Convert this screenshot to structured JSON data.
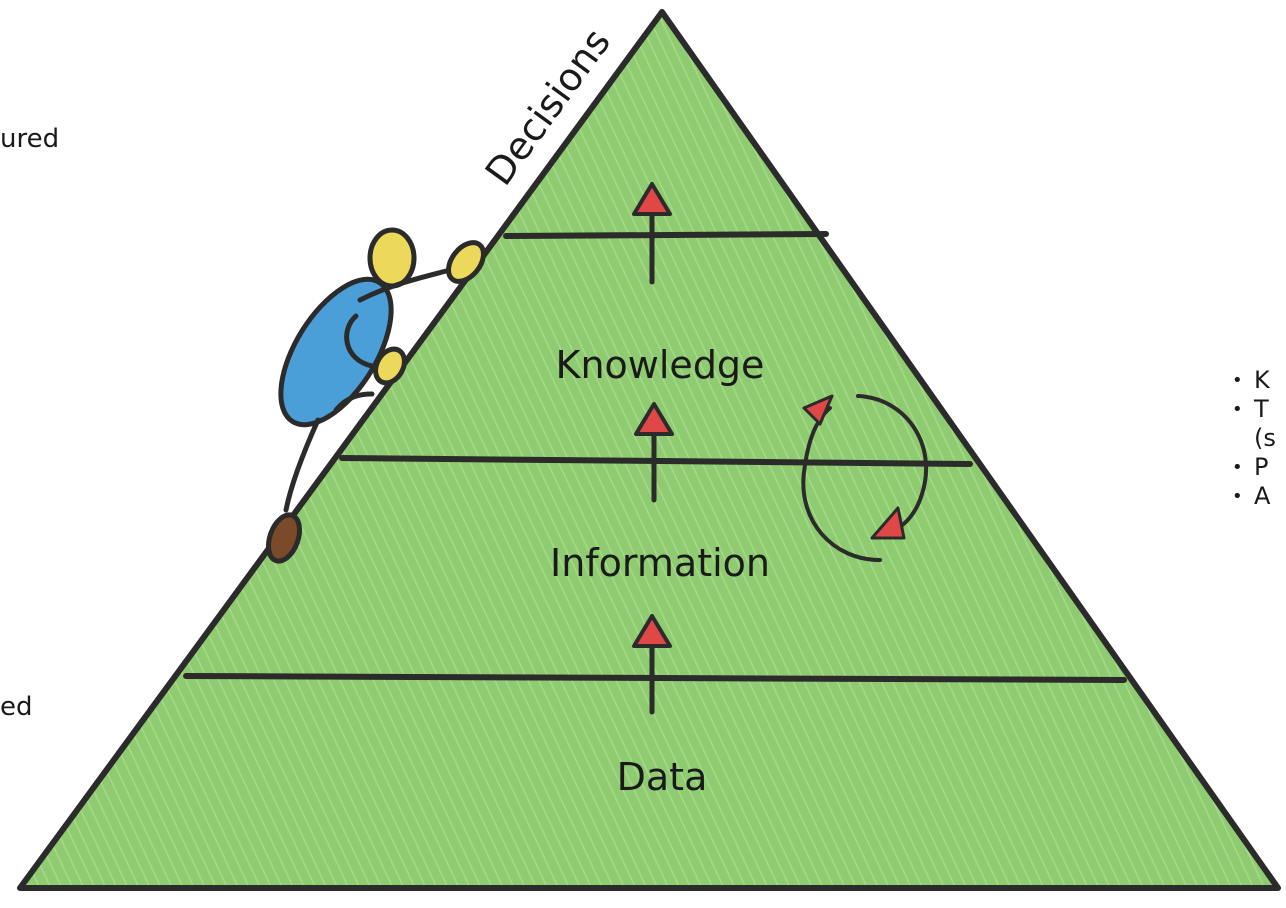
{
  "diagram": {
    "levels": [
      {
        "id": "data",
        "label": "Data"
      },
      {
        "id": "information",
        "label": "Information"
      },
      {
        "id": "knowledge",
        "label": "Knowledge"
      }
    ],
    "apex_label": "Decisions",
    "left_labels": {
      "top": "ured",
      "bottom": "ed"
    },
    "right_bullets": [
      "K",
      "T",
      "(s",
      "P",
      "A"
    ],
    "colors": {
      "pyramid_fill": "#8ec96f",
      "pyramid_outline": "#2b2b2b",
      "arrow_head": "#e04848",
      "figure_body": "#4a9fd8",
      "figure_head": "#ecd85a",
      "figure_foot": "#7a4a2a"
    },
    "icons": [
      "up-arrow-icon",
      "cycle-arrows-icon",
      "climber-icon"
    ]
  }
}
